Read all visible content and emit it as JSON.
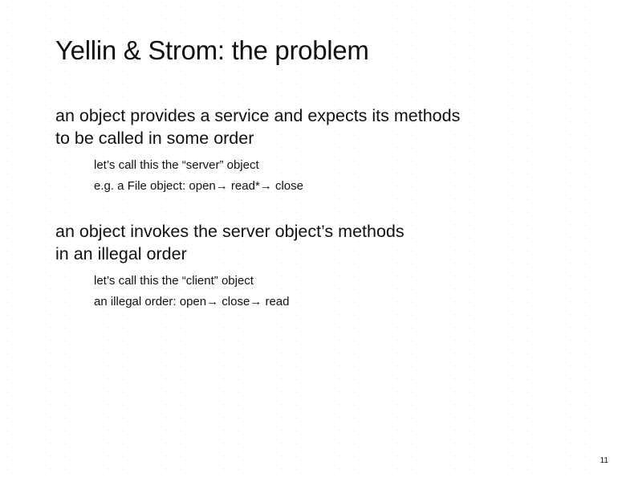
{
  "slide": {
    "title": "Yellin & Strom:  the problem",
    "sections": [
      {
        "heading_lines": [
          "an object provides a service and expects its methods",
          "to be called in some order"
        ],
        "bullets": [
          "let’s call this the “server” object",
          "e.g.  a File object:  open→ read*→ close"
        ]
      },
      {
        "heading_lines": [
          "an object invokes the server object’s methods",
          "in an illegal order"
        ],
        "bullets": [
          "let’s call this the “client” object",
          "an illegal order:  open→ close→ read"
        ]
      }
    ],
    "page_number": "11"
  }
}
